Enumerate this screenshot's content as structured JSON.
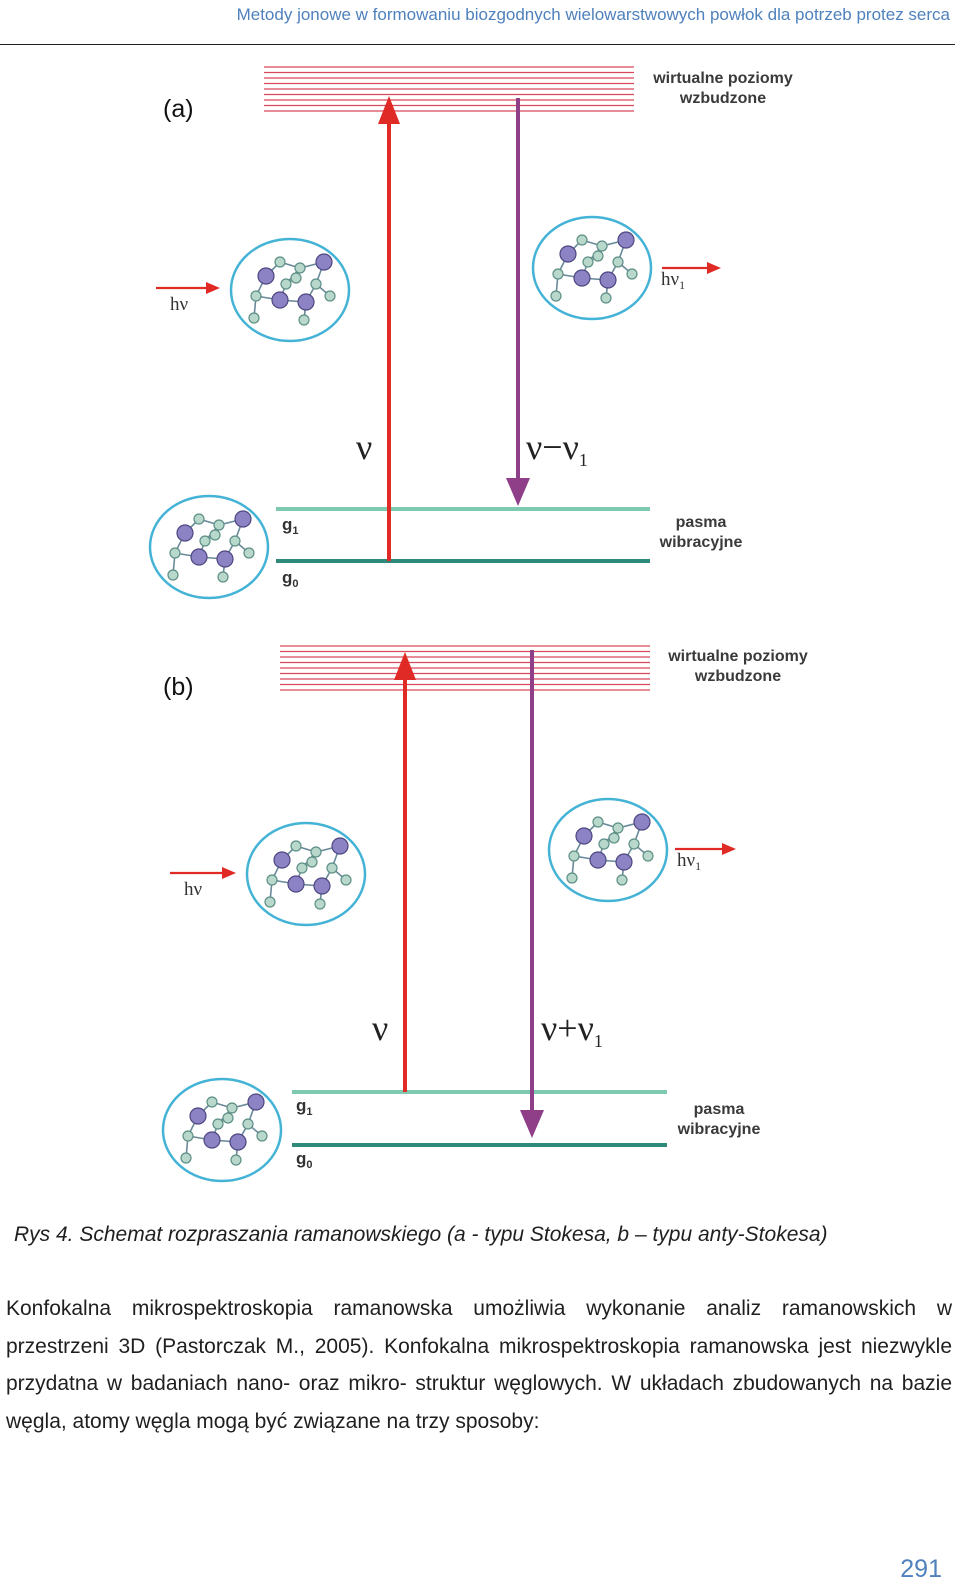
{
  "header": {
    "running_title": "Metody jonowe w formowaniu biozgodnych wielowarstwowych powłok dla potrzeb protez serca"
  },
  "figure": {
    "panels": [
      {
        "label": "(a)",
        "virtual_levels_line1": "wirtualne poziomy",
        "virtual_levels_line2": "wzbudzone",
        "incident_photon": "hν",
        "scattered_photon": "hν",
        "scattered_photon_sub": "1",
        "up_arrow_label": "ν",
        "down_arrow_label": "ν−ν",
        "down_arrow_sub": "1",
        "level_g1": "g",
        "level_g1_sub": "1",
        "level_g0": "g",
        "level_g0_sub": "0",
        "bands_line1": "pasma",
        "bands_line2": "wibracyjne"
      },
      {
        "label": "(b)",
        "virtual_levels_line1": "wirtualne poziomy",
        "virtual_levels_line2": "wzbudzone",
        "incident_photon": "hν",
        "scattered_photon": "hν",
        "scattered_photon_sub": "1",
        "up_arrow_label": "ν",
        "down_arrow_label": "ν+ν",
        "down_arrow_sub": "1",
        "level_g1": "g",
        "level_g1_sub": "1",
        "level_g0": "g",
        "level_g0_sub": "0",
        "bands_line1": "pasma",
        "bands_line2": "wibracyjne"
      }
    ],
    "caption": "Rys 4. Schemat rozpraszania ramanowskiego (a - typu Stokesa, b – typu anty-Stokesa)"
  },
  "body": {
    "paragraph": "Konfokalna mikrospektroskopia ramanowska umożliwia wykonanie analiz ramanowskich w przestrzeni 3D (Pastorczak M., 2005). Konfokalna mikrospektroskopia ramanowska jest niezwykle przydatna w badaniach nano- oraz mikro- struktur węglowych. W układach zbudowanych na bazie węgla, atomy węgla mogą być związane na trzy sposoby:"
  },
  "footer": {
    "page_number": "291"
  },
  "colors": {
    "accent_blue": "#4f81bd",
    "virtual_level_red": "#d9475a",
    "excitation_arrow_red": "#e02a25",
    "scatter_arrow_purple": "#8e3f88",
    "level_g1_green": "#7fc9b0",
    "level_g0_teal": "#2e8a7a",
    "molecule_outline": "#44b3d6",
    "atom_large": "#8c83c4",
    "atom_small": "#b8d8cc"
  }
}
